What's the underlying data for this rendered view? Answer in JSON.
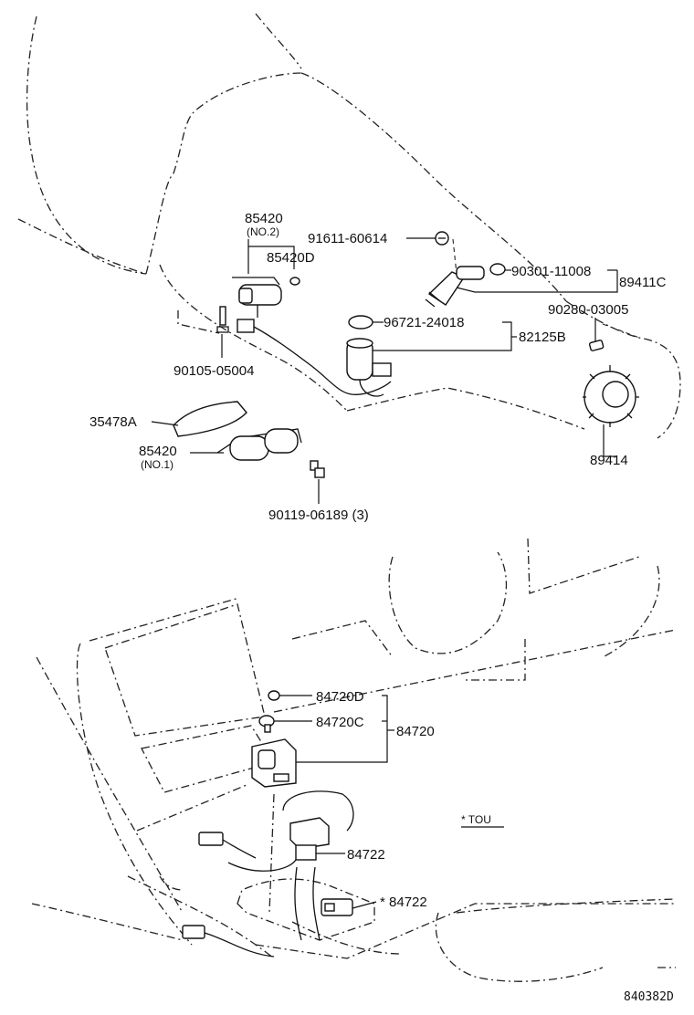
{
  "labels": {
    "p85420_no2": "85420",
    "no2": "(NO.2)",
    "p85420d": "85420D",
    "p91611": "91611-60614",
    "p90301": "90301-11008",
    "p89411c": "89411C",
    "p90280": "90280-03005",
    "p96721": "96721-24018",
    "p82125b": "82125B",
    "p90105": "90105-05004",
    "p35478a": "35478A",
    "p85420_no1": "85420",
    "no1": "(NO.1)",
    "p90119": "90119-06189 (3)",
    "p89414": "89414",
    "p84720d": "84720D",
    "p84720c": "84720C",
    "p84720": "84720",
    "tou_note": "* TOU",
    "p84722": "84722",
    "p84722_star": "* 84722",
    "diagram_id": "840382D"
  }
}
